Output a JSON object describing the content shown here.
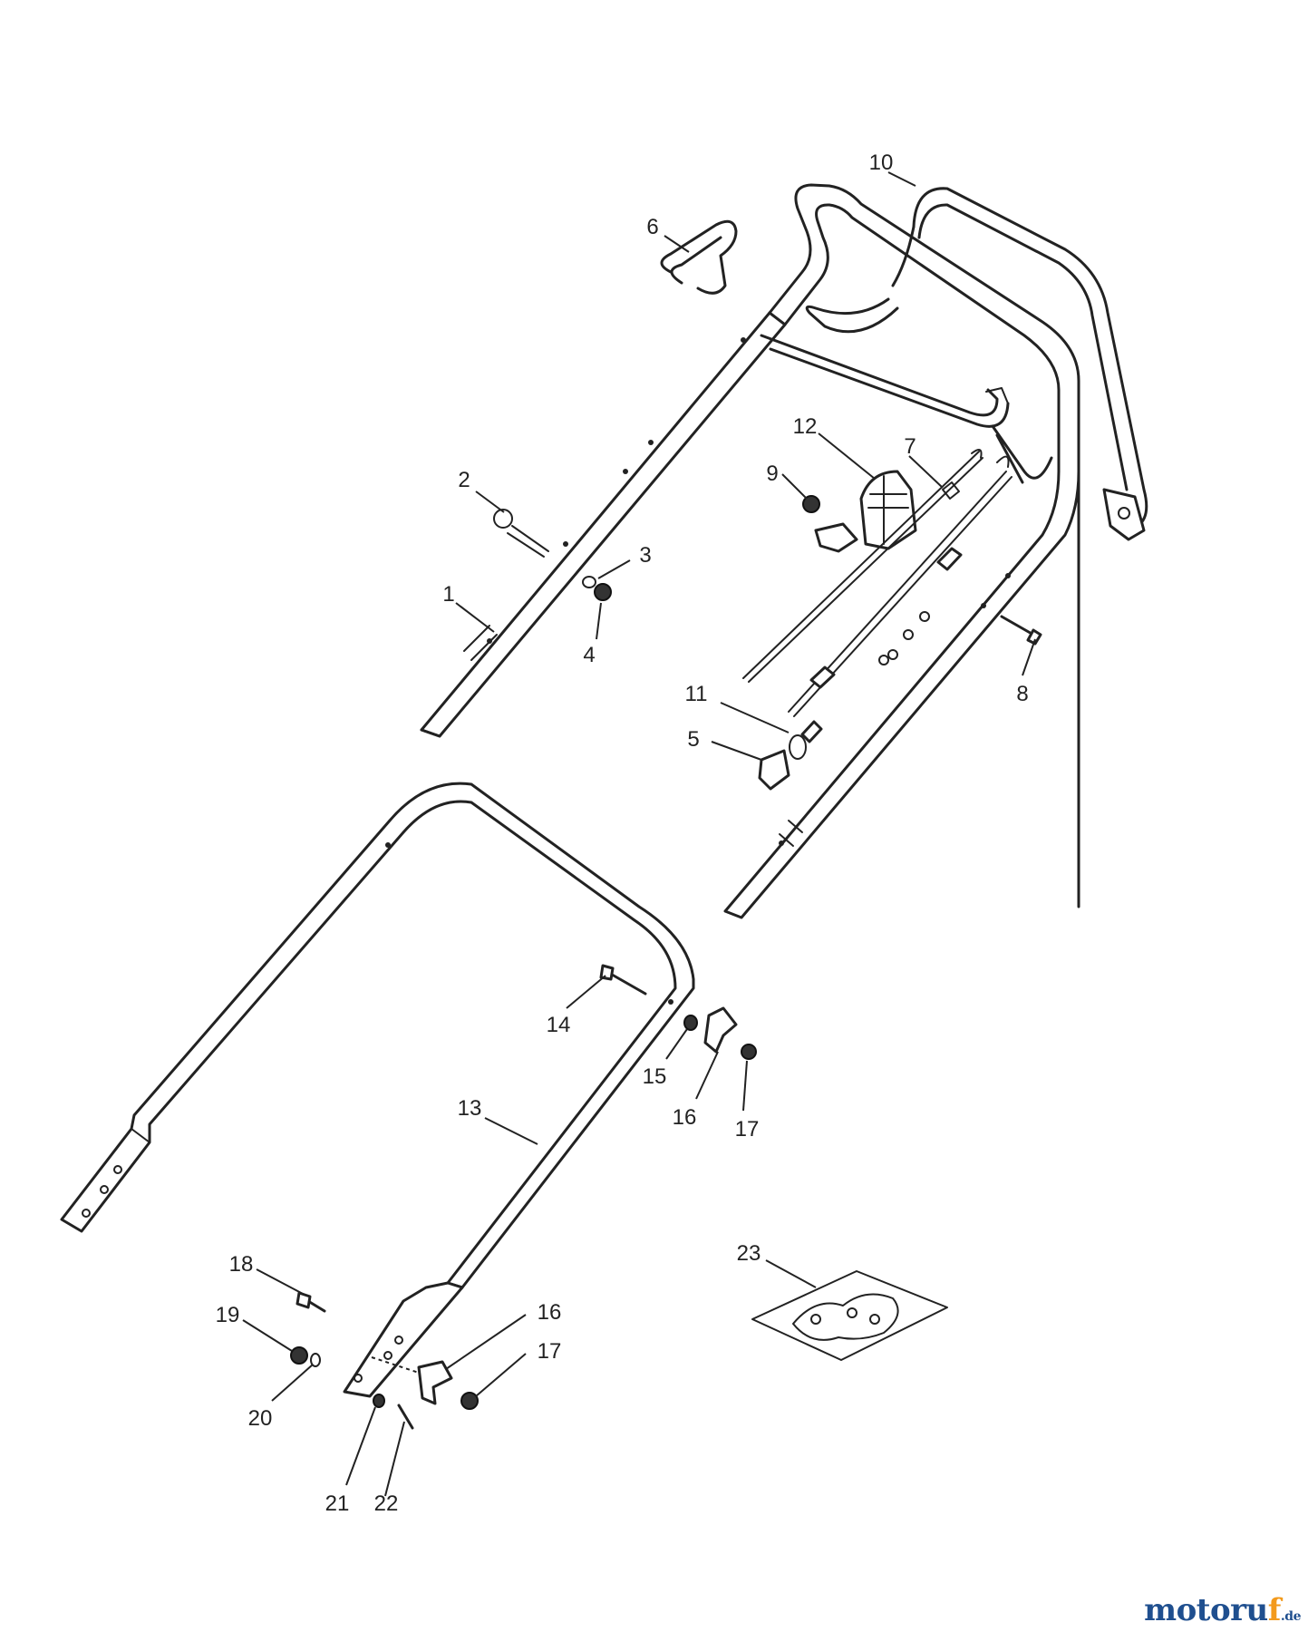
{
  "diagram": {
    "callouts": [
      {
        "id": "c1",
        "label": "1"
      },
      {
        "id": "c2",
        "label": "2"
      },
      {
        "id": "c3",
        "label": "3"
      },
      {
        "id": "c4",
        "label": "4"
      },
      {
        "id": "c5",
        "label": "5"
      },
      {
        "id": "c6",
        "label": "6"
      },
      {
        "id": "c7",
        "label": "7"
      },
      {
        "id": "c8",
        "label": "8"
      },
      {
        "id": "c9",
        "label": "9"
      },
      {
        "id": "c10",
        "label": "10"
      },
      {
        "id": "c11",
        "label": "11"
      },
      {
        "id": "c12",
        "label": "12"
      },
      {
        "id": "c13",
        "label": "13"
      },
      {
        "id": "c14",
        "label": "14"
      },
      {
        "id": "c15",
        "label": "15"
      },
      {
        "id": "c16a",
        "label": "16"
      },
      {
        "id": "c17a",
        "label": "17"
      },
      {
        "id": "c16b",
        "label": "16"
      },
      {
        "id": "c17b",
        "label": "17"
      },
      {
        "id": "c18",
        "label": "18"
      },
      {
        "id": "c19",
        "label": "19"
      },
      {
        "id": "c20",
        "label": "20"
      },
      {
        "id": "c21",
        "label": "21"
      },
      {
        "id": "c22",
        "label": "22"
      },
      {
        "id": "c23",
        "label": "23"
      }
    ]
  },
  "watermark": {
    "prefix": "motoru",
    "accent": "f",
    "suffix": ".de",
    "colors": {
      "main": "#1f4f8f",
      "accent": "#f39a1c"
    }
  }
}
